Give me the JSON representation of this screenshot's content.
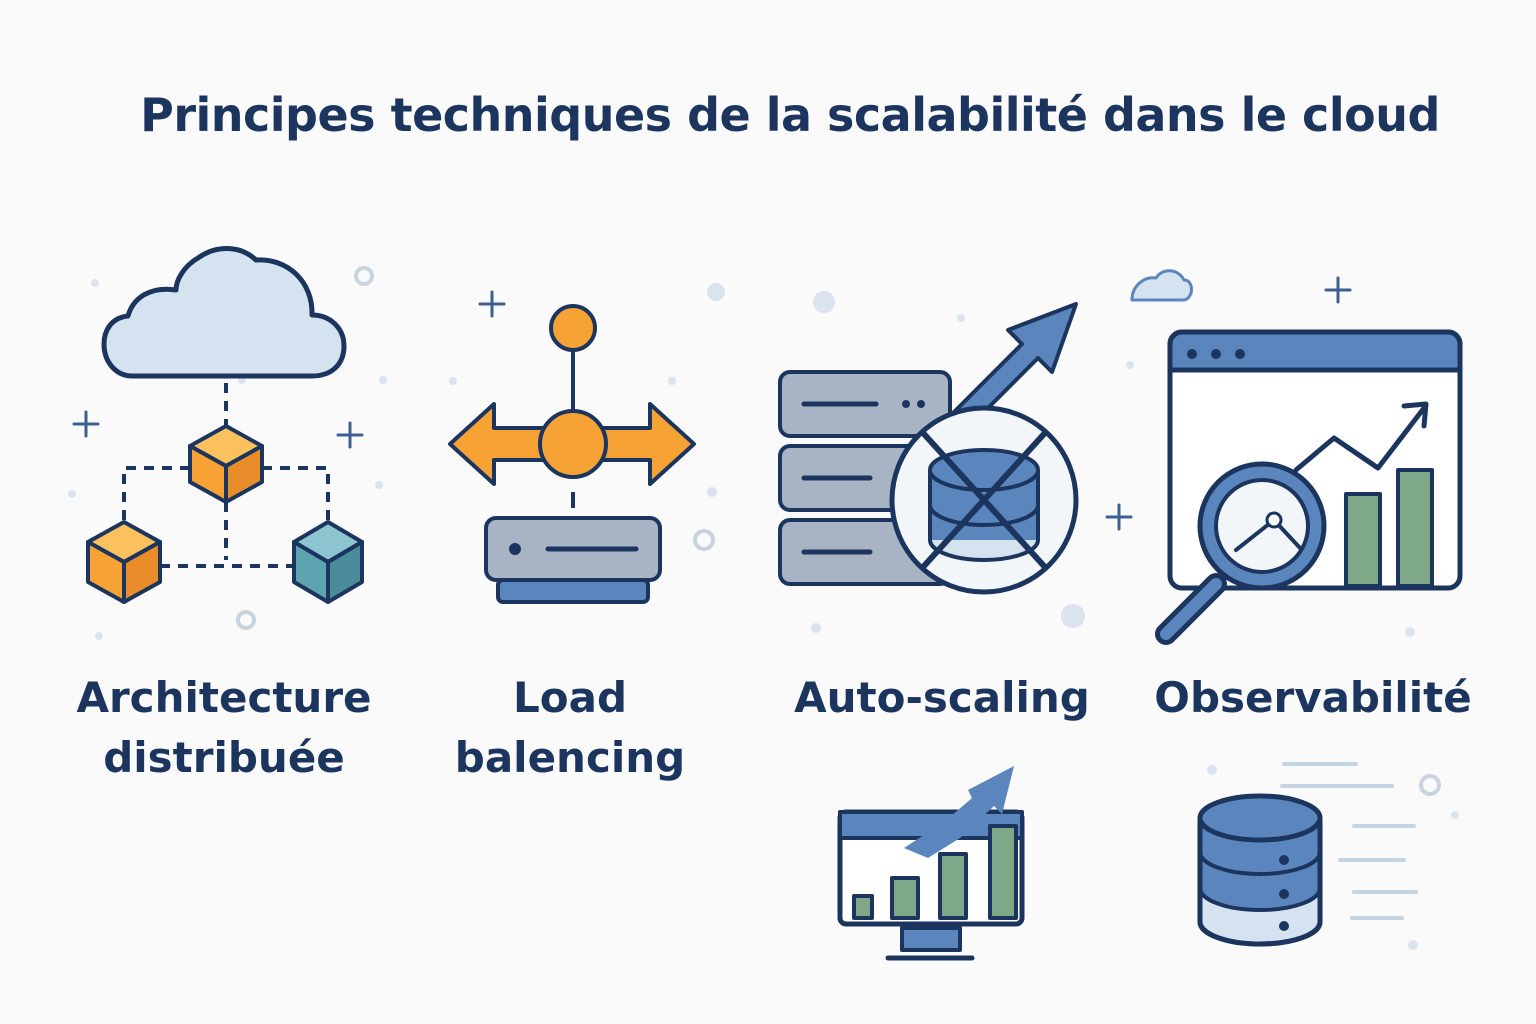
{
  "title": "Principes techniques de la scalabilité dans le cloud",
  "concepts": [
    {
      "label_line1": "Architecture",
      "label_line2": "distribuée",
      "icon": "cloud-distributed-cubes-icon"
    },
    {
      "label_line1": "Load",
      "label_line2": "balencing",
      "icon": "load-balancer-icon"
    },
    {
      "label_line1": "Auto-scaling",
      "icon": "server-scaling-icon"
    },
    {
      "label_line1": "Observabilité",
      "icon": "monitoring-magnifier-icon"
    }
  ],
  "extra_icons": [
    "growth-chart-monitor-icon",
    "database-stack-icon"
  ],
  "colors": {
    "navy": "#1c355e",
    "orange": "#f7a235",
    "teal": "#5ea3b0",
    "light_blue": "#d4e3ef",
    "mid_blue": "#5b86bd",
    "green": "#7fa889",
    "gray_blue": "#a8b4c4"
  }
}
